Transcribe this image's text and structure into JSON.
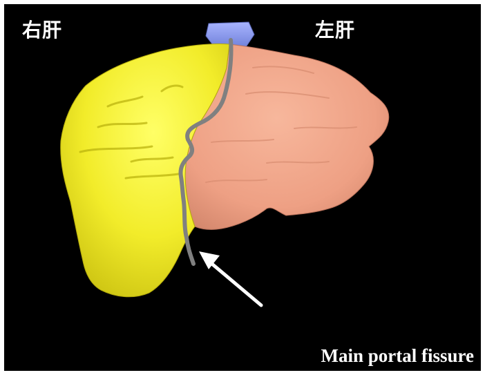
{
  "labels": {
    "right_liver": "右肝",
    "left_liver": "左肝",
    "caption": "Main portal fissure"
  },
  "colors": {
    "background": "#000000",
    "frame": "#ffffff",
    "right_lobe": "#f2ec2a",
    "left_lobe": "#eea084",
    "vessel": "#8c9cf0",
    "fissure_line": "#808080",
    "arrow": "#ffffff",
    "text": "#ffffff"
  }
}
